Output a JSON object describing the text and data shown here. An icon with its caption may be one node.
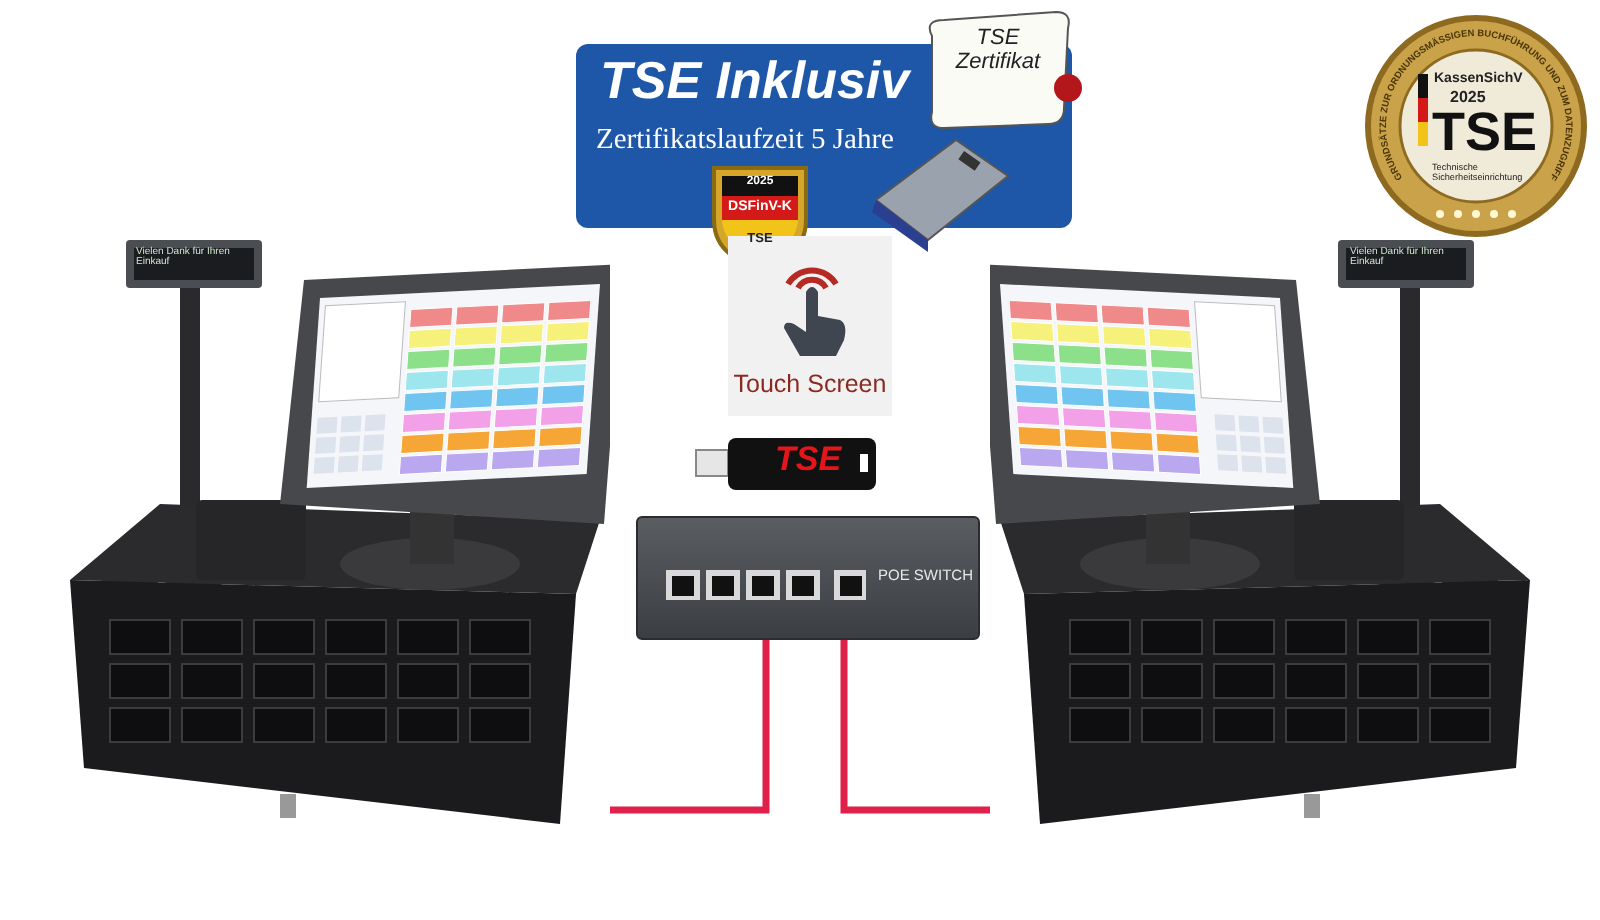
{
  "diagram": {
    "nodes": [
      {
        "text": [],
        "shape": "picture"
      },
      {
        "text": [
          "POE SWITCH"
        ]
      },
      {
        "text": [],
        "shape": "picture"
      }
    ],
    "edges": [
      {
        "from": 1,
        "to": 0,
        "arrow": "none"
      },
      {
        "from": 1,
        "to": 2,
        "arrow": "none"
      }
    ],
    "labels": [
      "TSE Inklusiv",
      "Zertifikatslaufzeit 5 Jahre",
      "TSE Zertifikat",
      "2025",
      "DSFinV-K",
      "TSE",
      "GRUNDSÄTZE ZUR ORDNUNGSMÄSSIGEN BUCHFÜHRUNG UND ZUM DATENZUGRIFF",
      "KassenSichV",
      "2025",
      "TSE",
      "Technische Sicherheitseinrichtung",
      "Vielen Dank für Ihren Einkauf",
      "Vielen Dank für Ihren Einkauf",
      "Touch Screen",
      "TSE"
    ]
  }
}
